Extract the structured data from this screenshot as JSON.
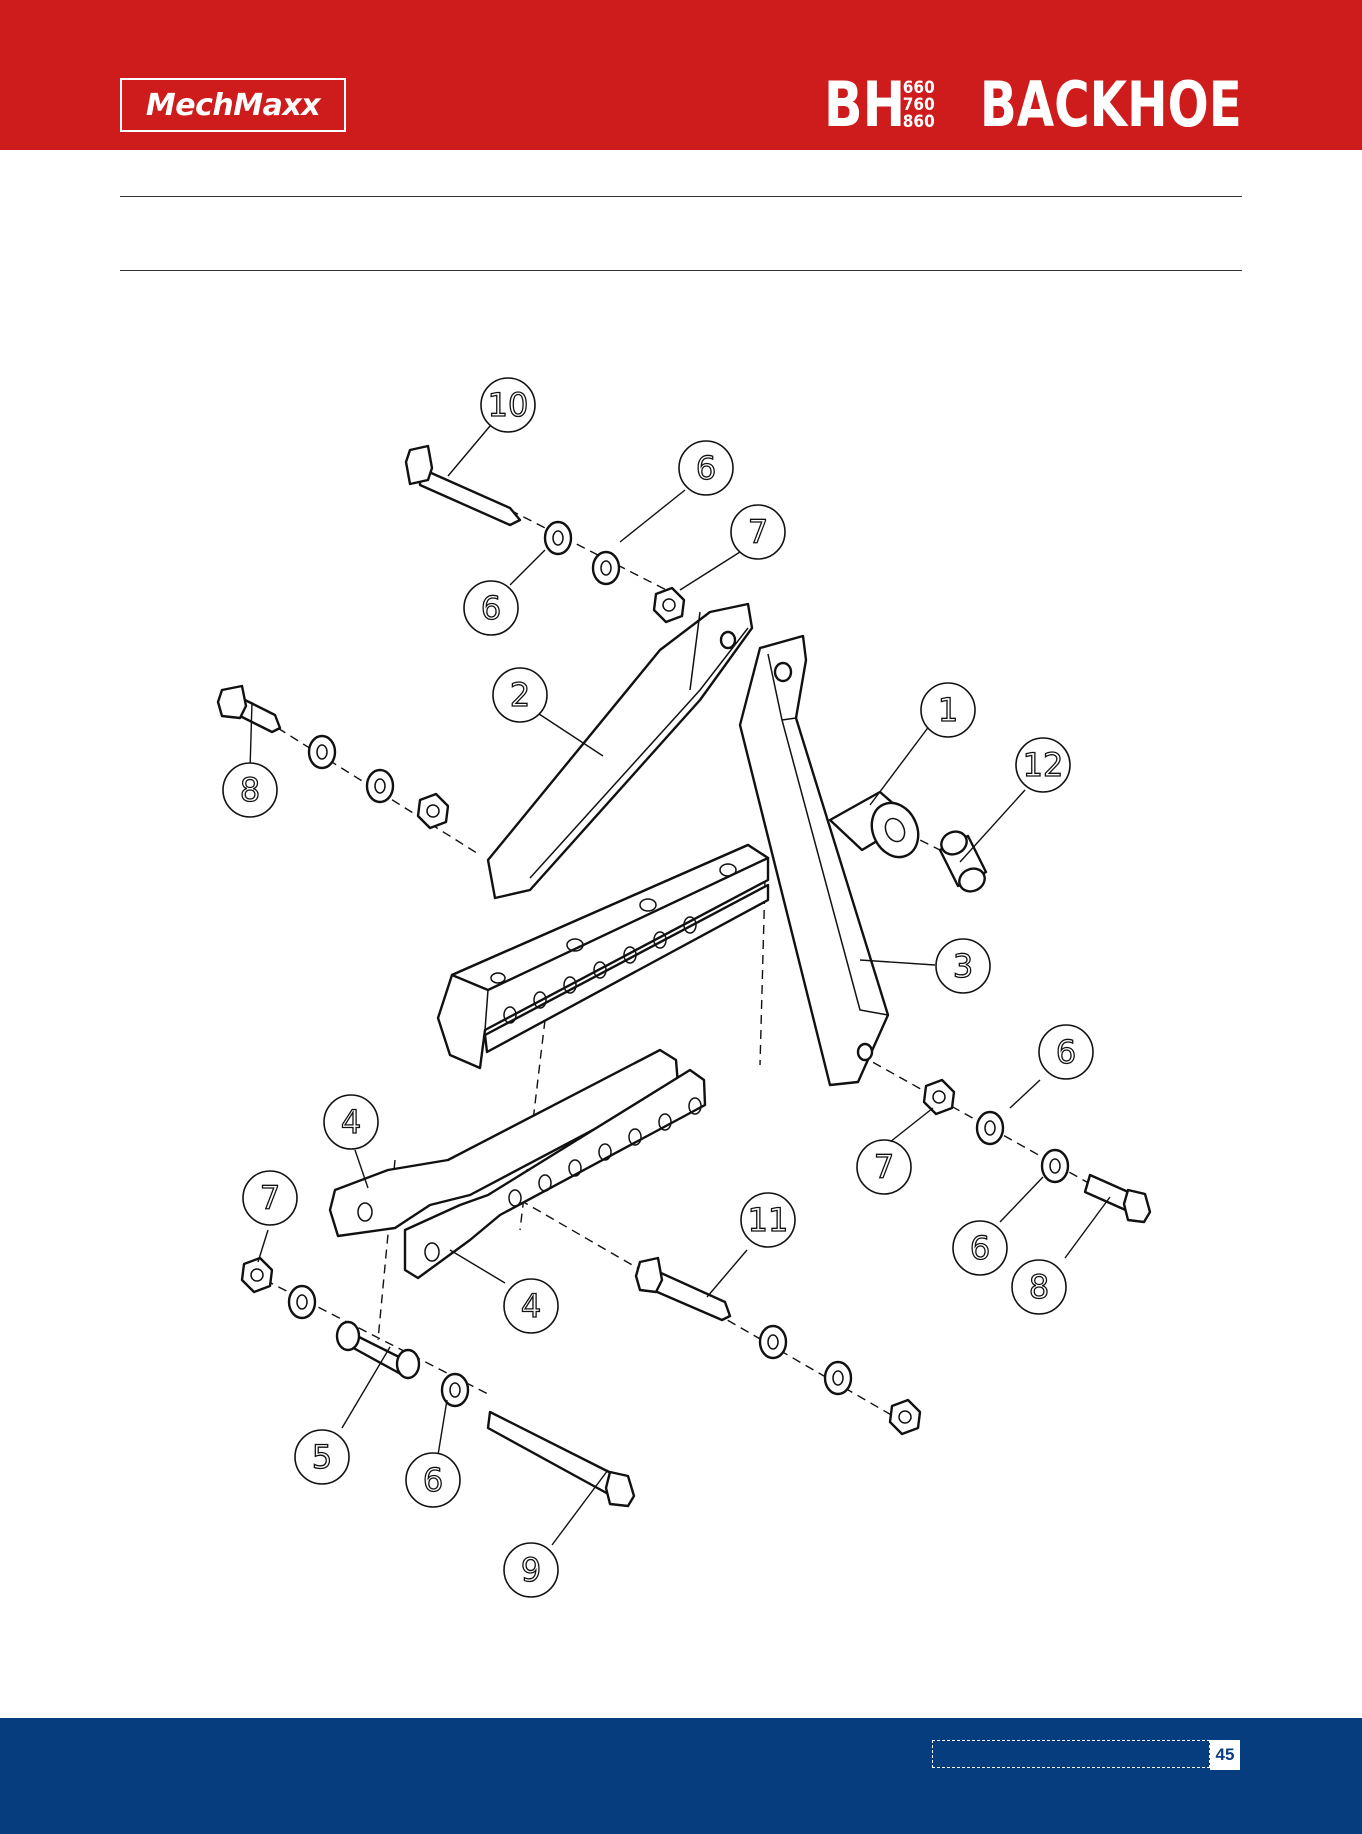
{
  "header": {
    "logo": "MechMaxx",
    "title_prefix": "BH",
    "models": [
      "660",
      "760",
      "860"
    ],
    "title": "BACKHOE",
    "background": "#ce1b1b"
  },
  "diagram": {
    "callouts": [
      "10",
      "6",
      "7",
      "6",
      "2",
      "8",
      "1",
      "12",
      "3",
      "6",
      "4",
      "7",
      "7",
      "11",
      "4",
      "6",
      "8",
      "5",
      "6",
      "9"
    ]
  },
  "footer": {
    "page_number": "45",
    "background": "#063d7e"
  }
}
